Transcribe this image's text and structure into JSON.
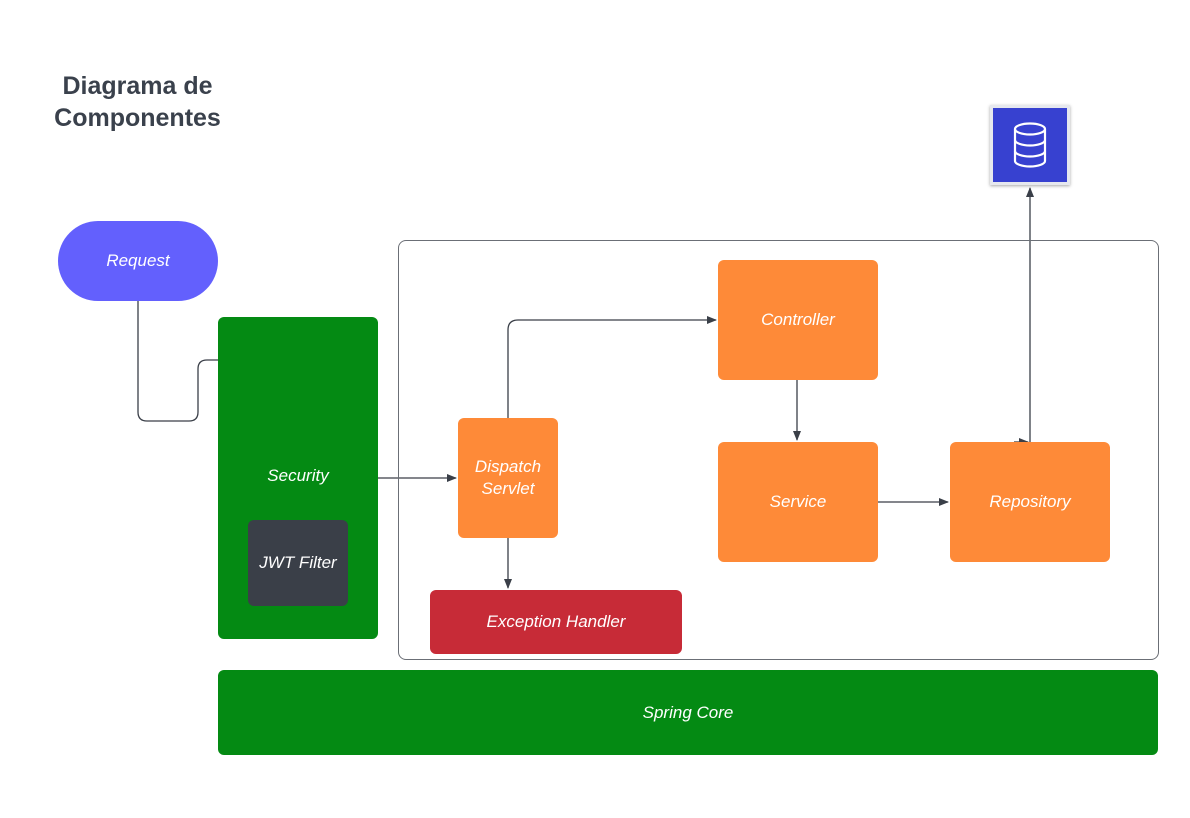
{
  "title": "Diagrama de\nComponentes",
  "nodes": {
    "request": "Request",
    "security": "Security",
    "jwt_filter": "JWT Filter",
    "dispatch_servlet": "Dispatch\nServlet",
    "controller": "Controller",
    "service": "Service",
    "repository": "Repository",
    "exception_handler": "Exception Handler",
    "spring_core": "Spring Core"
  },
  "icons": {
    "database": "database-icon"
  },
  "colors": {
    "request": "#6360fd",
    "security_green": "#048a13",
    "jwt_filter": "#3a3f48",
    "component_orange": "#fe8a38",
    "exception_red": "#c72b37",
    "database_blue": "#3741d0"
  }
}
